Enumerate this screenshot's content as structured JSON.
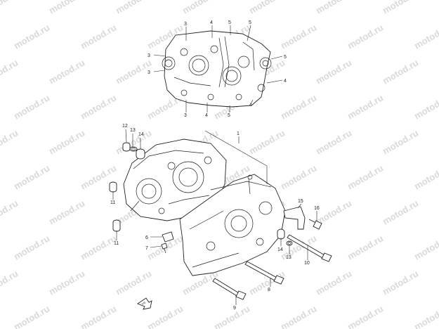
{
  "watermark": "motod.ru",
  "callouts": [
    {
      "id": "c3a",
      "text": "3"
    },
    {
      "id": "c4a",
      "text": "4"
    },
    {
      "id": "c5a",
      "text": "5"
    },
    {
      "id": "c5b",
      "text": "5"
    },
    {
      "id": "c3b",
      "text": "3"
    },
    {
      "id": "c5c",
      "text": "5"
    },
    {
      "id": "c3c",
      "text": "3"
    },
    {
      "id": "c4b",
      "text": "4"
    },
    {
      "id": "c3d",
      "text": "3"
    },
    {
      "id": "c4c",
      "text": "4"
    },
    {
      "id": "c5d",
      "text": "5"
    },
    {
      "id": "c4d",
      "text": "4"
    },
    {
      "id": "c12",
      "text": "12"
    },
    {
      "id": "c13a",
      "text": "13"
    },
    {
      "id": "c14a",
      "text": "14"
    },
    {
      "id": "c1",
      "text": "1"
    },
    {
      "id": "c11a",
      "text": "11"
    },
    {
      "id": "c11b",
      "text": "11"
    },
    {
      "id": "c6",
      "text": "6"
    },
    {
      "id": "c7",
      "text": "7"
    },
    {
      "id": "c15",
      "text": "15"
    },
    {
      "id": "c16",
      "text": "16"
    },
    {
      "id": "c14b",
      "text": "14"
    },
    {
      "id": "c13b",
      "text": "13"
    },
    {
      "id": "c10",
      "text": "10"
    },
    {
      "id": "c8",
      "text": "8"
    },
    {
      "id": "c9",
      "text": "9"
    }
  ],
  "front_marker": "FR",
  "colors": {
    "line": "#222222",
    "watermark": "#d9d9d9"
  }
}
